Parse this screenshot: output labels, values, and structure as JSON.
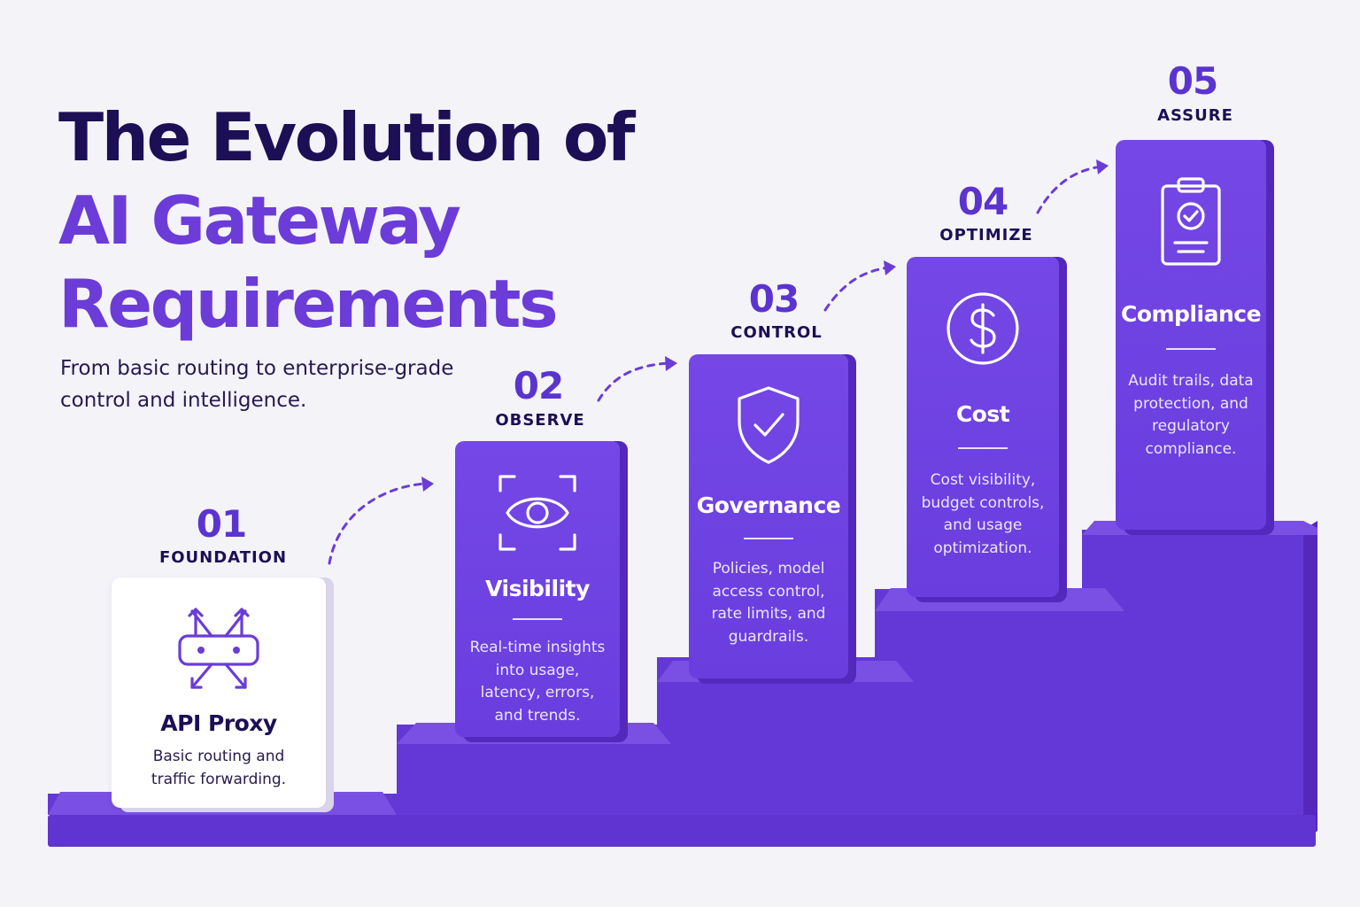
{
  "header": {
    "title_line1": "The Evolution of",
    "title_line2": "AI Gateway",
    "title_line3": "Requirements",
    "subtitle": "From basic routing to enterprise-grade control and intelligence."
  },
  "steps": [
    {
      "number": "01",
      "tag": "FOUNDATION",
      "title": "API Proxy",
      "description": "Basic routing and traffic forwarding.",
      "icon": "router-arrows-icon"
    },
    {
      "number": "02",
      "tag": "OBSERVE",
      "title": "Visibility",
      "description": "Real-time insights into usage, latency, errors, and trends.",
      "icon": "eye-scan-icon"
    },
    {
      "number": "03",
      "tag": "CONTROL",
      "title": "Governance",
      "description": "Policies, model access control, rate limits, and guardrails.",
      "icon": "shield-check-icon"
    },
    {
      "number": "04",
      "tag": "OPTIMIZE",
      "title": "Cost",
      "description": "Cost visibility, budget controls, and usage optimization.",
      "icon": "dollar-coin-icon"
    },
    {
      "number": "05",
      "tag": "ASSURE",
      "title": "Compliance",
      "description": "Audit trails, data protection, and regulatory compliance.",
      "icon": "clipboard-check-icon"
    }
  ],
  "colors": {
    "title_dark": "#1c0f55",
    "accent": "#6b3cd8",
    "card_purple": "#7447e6",
    "stair_top": "#7448de",
    "stair_front": "#6438d6",
    "stair_side": "#5528bd",
    "background": "#f4f3f8"
  }
}
